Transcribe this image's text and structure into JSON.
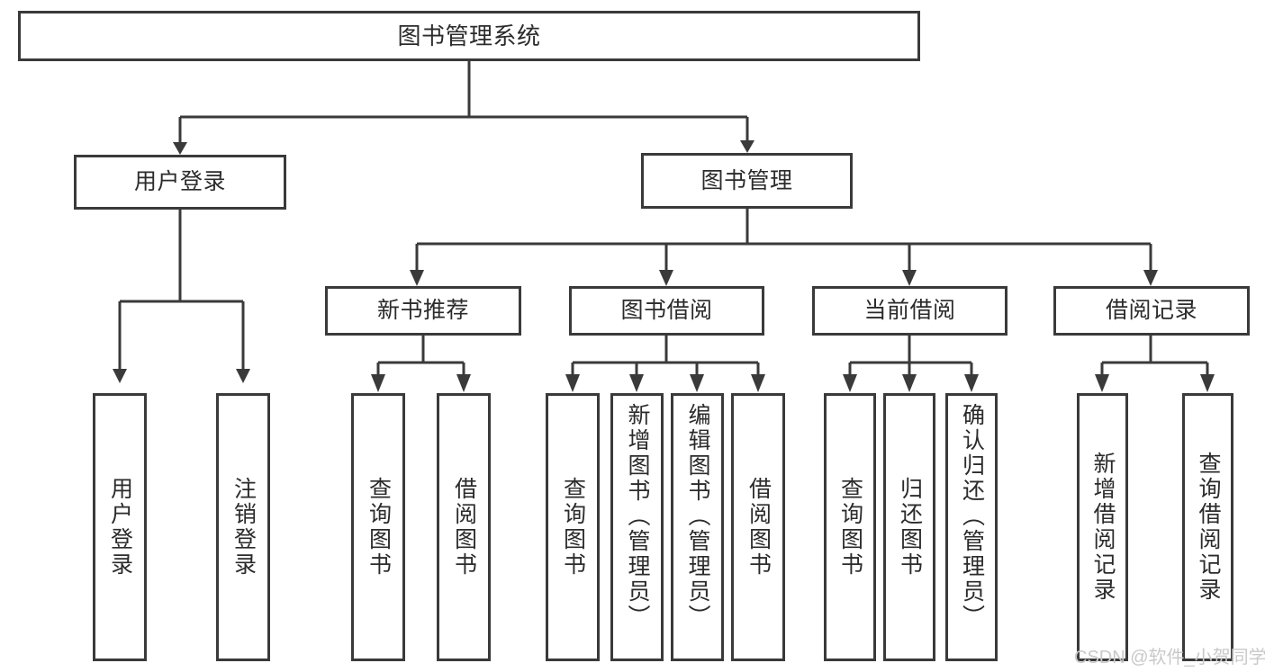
{
  "diagram": {
    "title": "图书管理系统",
    "type": "tree",
    "colors": {
      "stroke": "#3a3a3a",
      "box_fill": "#ffffff",
      "text": "#2b2b2b",
      "background": "#ffffff",
      "watermark": "#c9c9c9"
    },
    "root": {
      "label": "图书管理系统",
      "orientation": "horizontal"
    },
    "level2": [
      {
        "label": "用户登录",
        "orientation": "horizontal"
      },
      {
        "label": "图书管理",
        "orientation": "horizontal"
      }
    ],
    "level3": [
      {
        "label": "新书推荐",
        "orientation": "horizontal",
        "parent": "图书管理"
      },
      {
        "label": "图书借阅",
        "orientation": "horizontal",
        "parent": "图书管理"
      },
      {
        "label": "当前借阅",
        "orientation": "horizontal",
        "parent": "图书管理"
      },
      {
        "label": "借阅记录",
        "orientation": "horizontal",
        "parent": "图书管理"
      }
    ],
    "leaves": {
      "user_login": [
        {
          "label": "用户登录",
          "orientation": "vertical"
        },
        {
          "label": "注销登录",
          "orientation": "vertical"
        }
      ],
      "new_book_recommend": [
        {
          "label": "查询图书",
          "orientation": "vertical"
        },
        {
          "label": "借阅图书",
          "orientation": "vertical"
        }
      ],
      "book_borrow": [
        {
          "label": "查询图书",
          "orientation": "vertical"
        },
        {
          "label": "新增图书（管理员）",
          "orientation": "vertical"
        },
        {
          "label": "编辑图书（管理员）",
          "orientation": "vertical"
        },
        {
          "label": "借阅图书",
          "orientation": "vertical"
        }
      ],
      "current_borrow": [
        {
          "label": "查询图书",
          "orientation": "vertical"
        },
        {
          "label": "归还图书",
          "orientation": "vertical"
        },
        {
          "label": "确认归还（管理员）",
          "orientation": "vertical"
        }
      ],
      "borrow_record": [
        {
          "label": "新增借阅记录",
          "orientation": "vertical"
        },
        {
          "label": "查询借阅记录",
          "orientation": "vertical"
        }
      ]
    }
  },
  "watermark": {
    "text": "CSDN @软件_小贺同学"
  }
}
